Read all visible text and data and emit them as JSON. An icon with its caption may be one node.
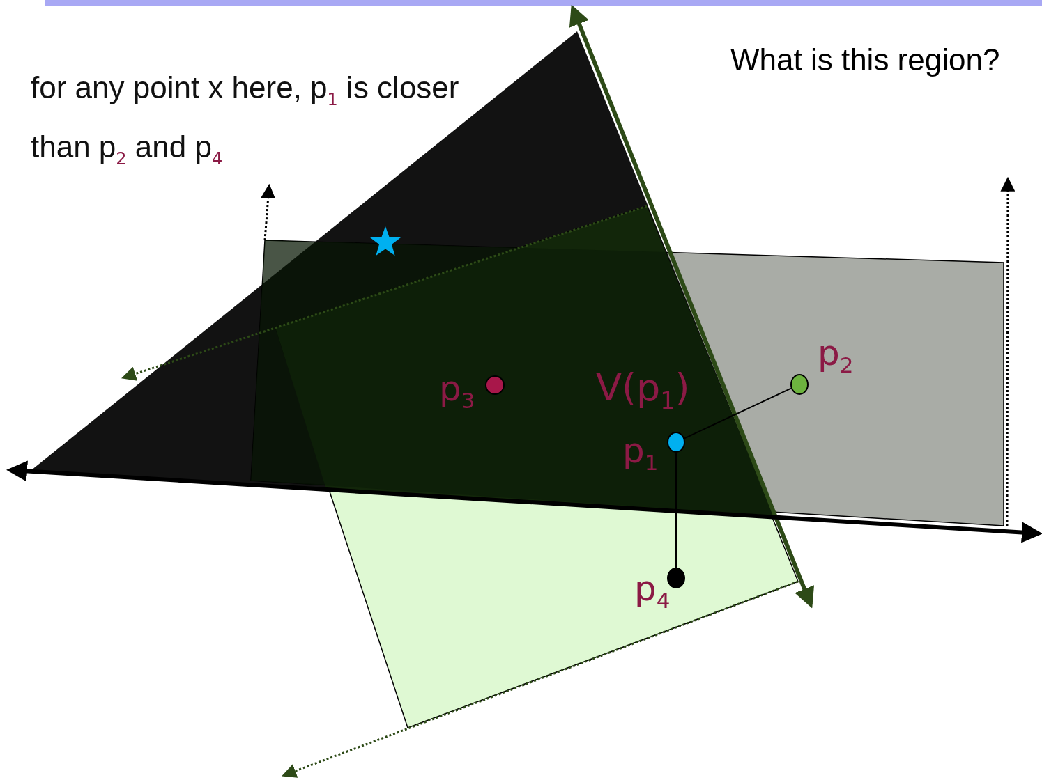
{
  "diagram": {
    "nodes": [
      {
        "text": [],
        "shape": "circle",
        "beside": [
          "p$_{2}$"
        ]
      },
      {
        "text": [],
        "shape": "circle",
        "beside": [
          "p$_{3}$"
        ]
      },
      {
        "text": [],
        "shape": "circle",
        "beside": [
          "p$_{1}$"
        ]
      },
      {
        "text": [],
        "shape": "circle",
        "beside": [
          "p$_{4}$"
        ]
      }
    ],
    "edges": [
      {
        "from": 2,
        "to": 0,
        "arrow": "none"
      },
      {
        "from": 2,
        "to": 3,
        "arrow": "none"
      }
    ],
    "labels": [
      "What is this region?",
      "for any point x here, p$_{1}$ is closer than p$_{2}$ and p$_{4}$",
      "V(p$_{1}$)"
    ]
  }
}
